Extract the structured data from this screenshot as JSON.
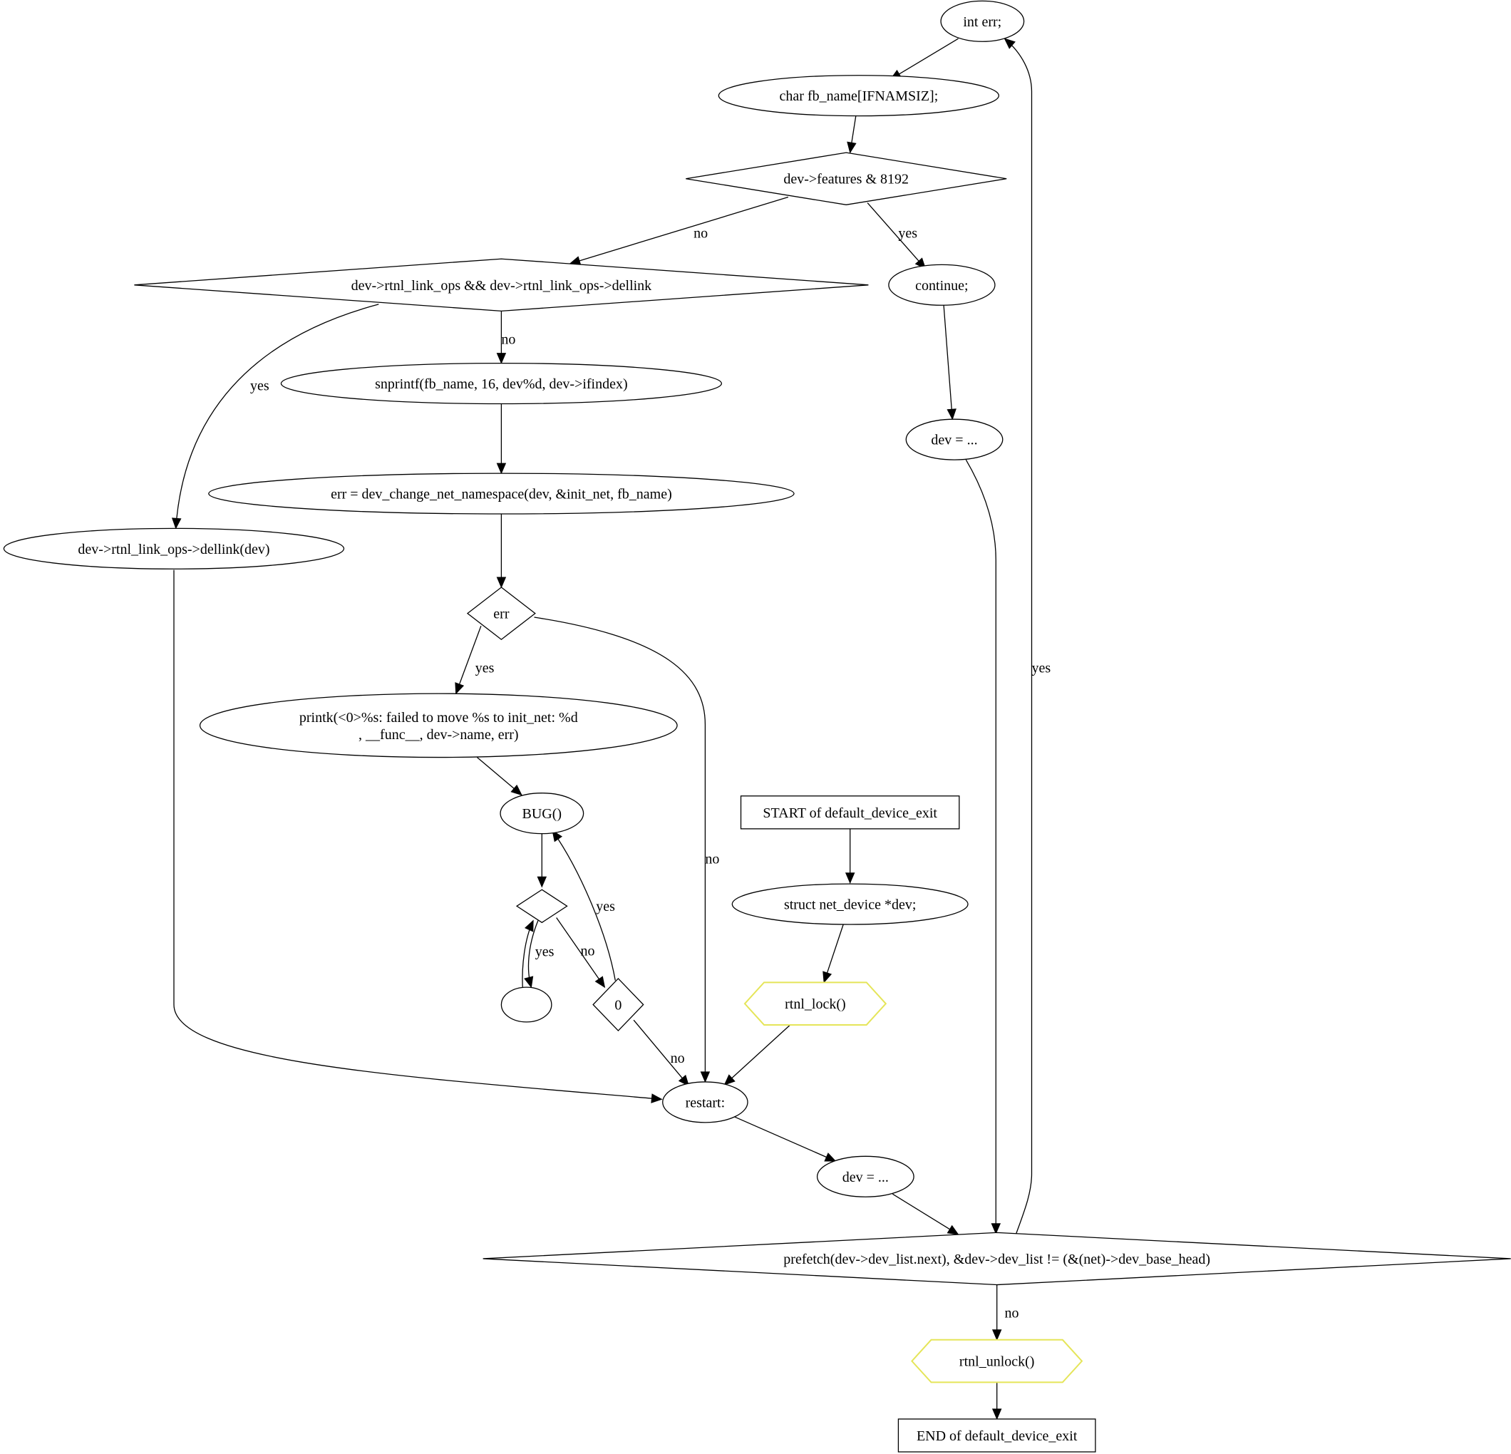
{
  "nodes": {
    "start": {
      "lines": [
        "START of default_device_exit"
      ]
    },
    "decl_dev": {
      "lines": [
        "struct net_device *dev;"
      ]
    },
    "rtnl_lock": {
      "lines": [
        "rtnl_lock()"
      ],
      "fill": "#add8e6"
    },
    "restart": {
      "lines": [
        "restart:"
      ]
    },
    "dev_assign_1": {
      "lines": [
        "dev = ..."
      ]
    },
    "loop_cond": {
      "lines": [
        "prefetch(dev->dev_list.next), &dev->dev_list != (&(net)->dev_base_head)"
      ]
    },
    "rtnl_unlock": {
      "lines": [
        "rtnl_unlock()"
      ],
      "fill": "#add8e6"
    },
    "end": {
      "lines": [
        "END of default_device_exit"
      ]
    },
    "decl_err": {
      "lines": [
        "int err;"
      ]
    },
    "decl_fb_name": {
      "lines": [
        "char fb_name[IFNAMSIZ];"
      ]
    },
    "features_check": {
      "lines": [
        "dev->features & 8192"
      ]
    },
    "continue_stmt": {
      "lines": [
        "continue;"
      ]
    },
    "dev_assign_2": {
      "lines": [
        "dev = ..."
      ]
    },
    "dellink_check": {
      "lines": [
        "dev->rtnl_link_ops && dev->rtnl_link_ops->dellink"
      ]
    },
    "dellink_call": {
      "lines": [
        "dev->rtnl_link_ops->dellink(dev)"
      ]
    },
    "snprintf_call": {
      "lines": [
        "snprintf(fb_name, 16, dev%d, dev->ifindex)"
      ]
    },
    "change_ns_call": {
      "lines": [
        "err = dev_change_net_namespace(dev, &init_net, fb_name)"
      ]
    },
    "err_check": {
      "lines": [
        "err"
      ]
    },
    "printk_call": {
      "lines": [
        "printk(<0>%s: failed to move %s to init_net: %d",
        ", __func__, dev->name, err)"
      ]
    },
    "bug_call": {
      "lines": [
        "BUG()"
      ]
    },
    "bug_check": {
      "lines": [
        ""
      ]
    },
    "empty_node": {
      "lines": [
        ""
      ]
    },
    "zero_check": {
      "lines": [
        "0"
      ]
    }
  },
  "edge_labels": {
    "yes": "yes",
    "no": "no"
  },
  "colors": {
    "hex_fill": "#add8e6",
    "hex_stroke": "#e5e559",
    "stroke": "#000000"
  }
}
